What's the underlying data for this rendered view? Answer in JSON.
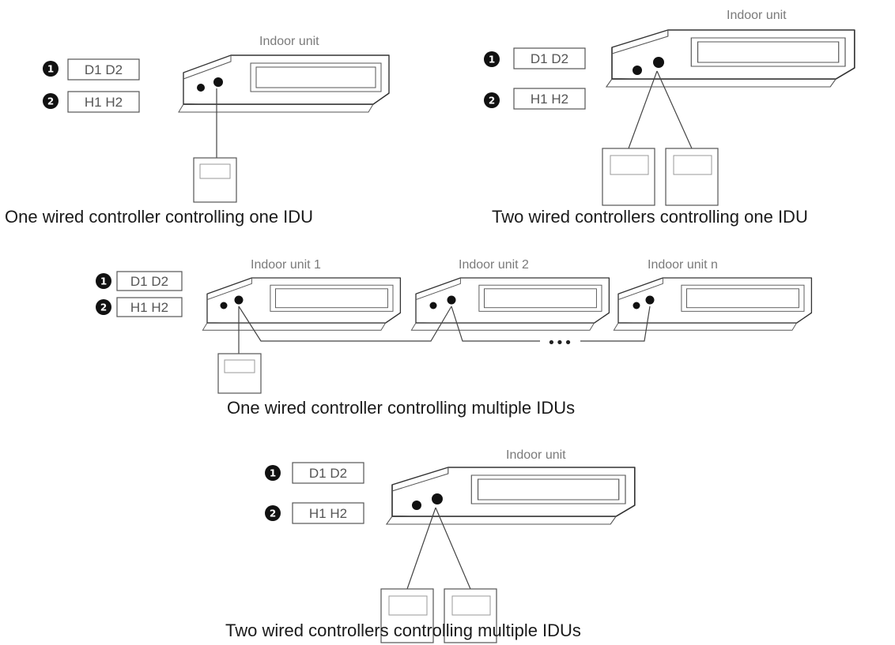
{
  "legend": {
    "badge1": "1",
    "badge2": "2",
    "terminal1": "D1 D2",
    "terminal2": "H1 H2"
  },
  "units": {
    "indoor_unit": "Indoor unit",
    "indoor_unit_1": "Indoor unit 1",
    "indoor_unit_2": "Indoor unit 2",
    "indoor_unit_n": "Indoor unit n",
    "ellipsis": "•••"
  },
  "captions": {
    "one_one": "One wired controller controlling one IDU",
    "two_one": "Two wired controllers controlling one IDU",
    "one_multi": "One wired controller controlling multiple IDUs",
    "two_multi": "Two wired controllers controlling multiple IDUs"
  }
}
